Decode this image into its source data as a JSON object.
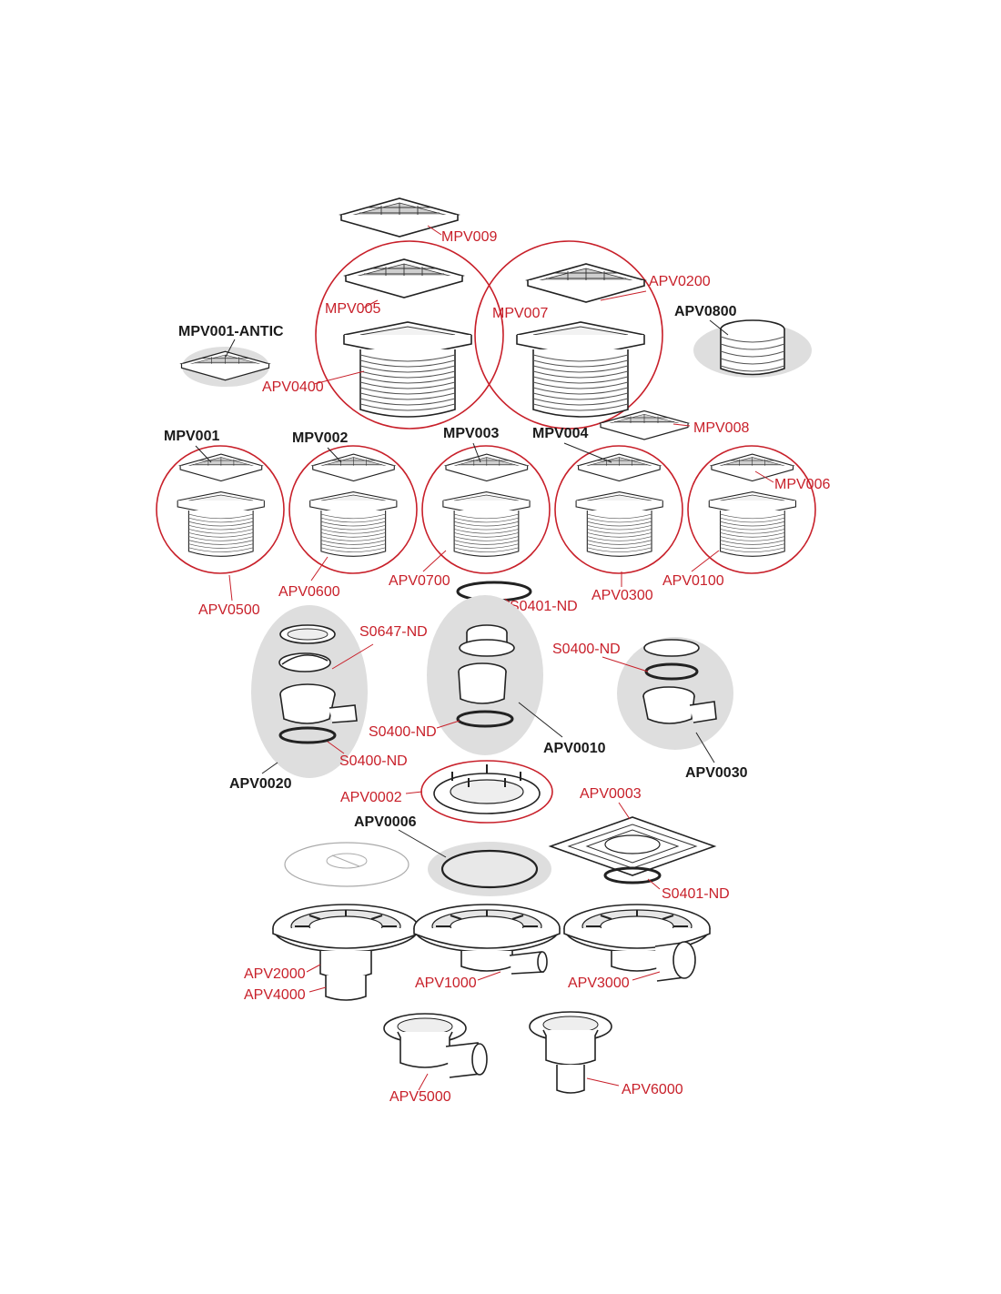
{
  "labels": {
    "mpv009": "MPV009",
    "mpv005": "MPV005",
    "apv0400": "APV0400",
    "mpv007": "MPV007",
    "apv0200": "APV0200",
    "apv0800": "APV0800",
    "mpv001_antic": "MPV001-ANTIC",
    "mpv001": "MPV001",
    "mpv002": "MPV002",
    "mpv003": "MPV003",
    "mpv004": "MPV004",
    "mpv008": "MPV008",
    "mpv006": "MPV006",
    "apv0500": "APV0500",
    "apv0600": "APV0600",
    "apv0700": "APV0700",
    "apv0300": "APV0300",
    "apv0100": "APV0100",
    "s0401_nd_top": "S0401-ND",
    "s0647_nd": "S0647-ND",
    "s0400_nd_right": "S0400-ND",
    "s0400_nd_mid": "S0400-ND",
    "s0400_nd_left": "S0400-ND",
    "apv0010": "APV0010",
    "apv0020": "APV0020",
    "apv0030": "APV0030",
    "apv0002": "APV0002",
    "apv0003": "APV0003",
    "apv0006": "APV0006",
    "s0401_nd_bottom": "S0401-ND",
    "apv2000": "APV2000",
    "apv4000": "APV4000",
    "apv1000": "APV1000",
    "apv3000": "APV3000",
    "apv5000": "APV5000",
    "apv6000": "APV6000"
  },
  "colors": {
    "accent_red": "#c8202a",
    "label_black": "#1a1a1a",
    "highlight_gray": "#dedede"
  }
}
